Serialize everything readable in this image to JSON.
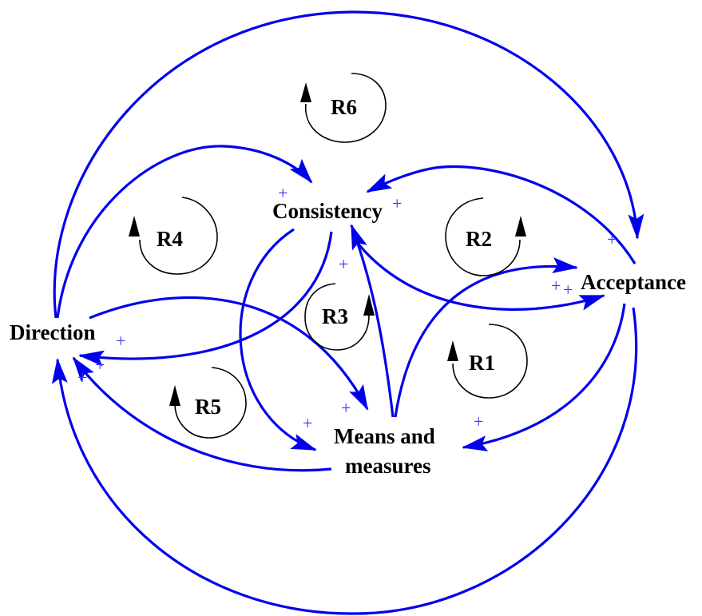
{
  "nodes": {
    "consistency": "Consistency",
    "acceptance": "Acceptance",
    "direction": "Direction",
    "means_line1": "Means and",
    "means_line2": "measures"
  },
  "loops": {
    "r1": "R1",
    "r2": "R2",
    "r3": "R3",
    "r4": "R4",
    "r5": "R5",
    "r6": "R6"
  },
  "polarity_sign": "+",
  "colors": {
    "link": "#0000ee",
    "polarity": "#3333ff",
    "loop_marker": "#000000"
  }
}
